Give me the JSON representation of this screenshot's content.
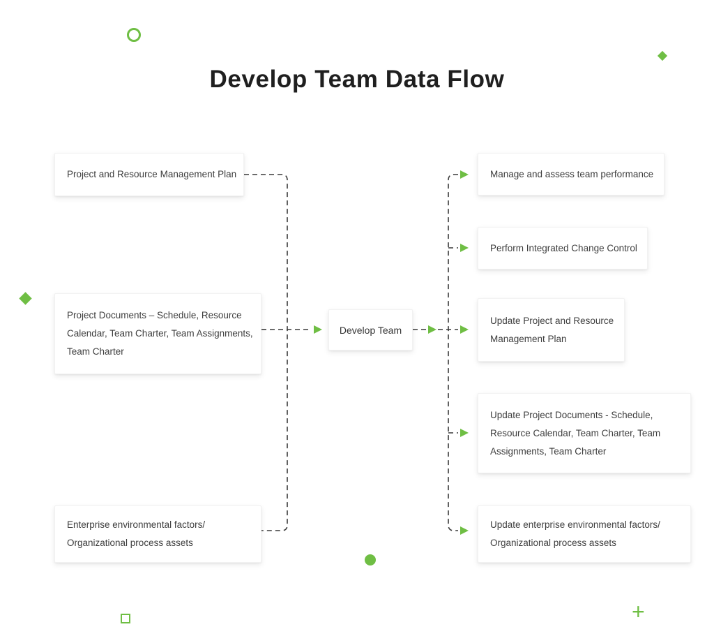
{
  "title": "Develop Team Data Flow",
  "center": {
    "label": "Develop Team"
  },
  "inputs": [
    {
      "lines": [
        "Project and Resource Management Plan"
      ]
    },
    {
      "lines": [
        "Project Documents – Schedule, Resource",
        "Calendar, Team Charter, Team Assignments,",
        "Team Charter"
      ]
    },
    {
      "lines": [
        "Enterprise environmental factors/",
        "Organizational process assets"
      ]
    }
  ],
  "outputs": [
    {
      "lines": [
        "Manage and assess team performance"
      ]
    },
    {
      "lines": [
        "Perform Integrated Change Control"
      ]
    },
    {
      "lines": [
        "Update Project and Resource",
        "Management Plan"
      ]
    },
    {
      "lines": [
        "Update Project Documents - Schedule,",
        "Resource Calendar, Team Charter, Team",
        "Assignments, Team Charter"
      ]
    },
    {
      "lines": [
        "Update enterprise environmental factors/",
        "Organizational process assets"
      ]
    }
  ],
  "decorations": {
    "plus_glyph": "+"
  },
  "colors": {
    "accent_green": "#6fbe44",
    "connector_line": "#3a3a3a",
    "box_text": "#3d3d3d",
    "title_text": "#1f1f1f"
  }
}
